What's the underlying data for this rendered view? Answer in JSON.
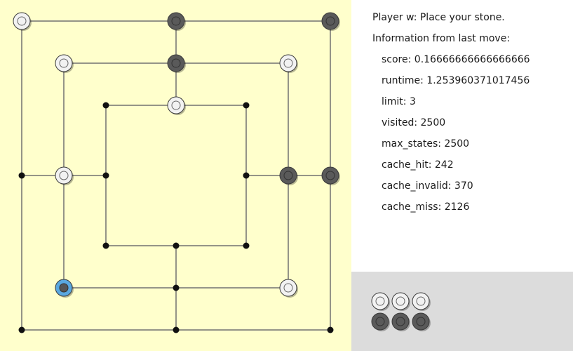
{
  "status": {
    "prompt": "Player w: Place your stone."
  },
  "last_move": {
    "heading": "Information from last move:",
    "stats": [
      "score: 0.16666666666666666",
      "runtime: 1.253960371017456",
      "limit: 3",
      "visited: 2500",
      "max_states: 2500",
      "cache_hit: 242",
      "cache_invalid: 370",
      "cache_miss: 2126"
    ]
  },
  "colors": {
    "board_bg": "#ffffcc",
    "white_stone": "#f2f2f2",
    "black_stone": "#5a5a5a",
    "highlight_stone": "#5aa8e0",
    "tray_bg": "#dcdcdc"
  },
  "board": {
    "stones": [
      {
        "point": "a7",
        "color": "white"
      },
      {
        "point": "d7",
        "color": "black"
      },
      {
        "point": "g7",
        "color": "black"
      },
      {
        "point": "b6",
        "color": "white"
      },
      {
        "point": "d6",
        "color": "black"
      },
      {
        "point": "f6",
        "color": "white"
      },
      {
        "point": "d5",
        "color": "white"
      },
      {
        "point": "b4",
        "color": "white"
      },
      {
        "point": "f4",
        "color": "black"
      },
      {
        "point": "g4",
        "color": "black"
      },
      {
        "point": "b2",
        "color": "black",
        "highlight": true
      },
      {
        "point": "f2",
        "color": "white"
      }
    ]
  },
  "tray": {
    "white_remaining": 3,
    "black_remaining": 3
  }
}
